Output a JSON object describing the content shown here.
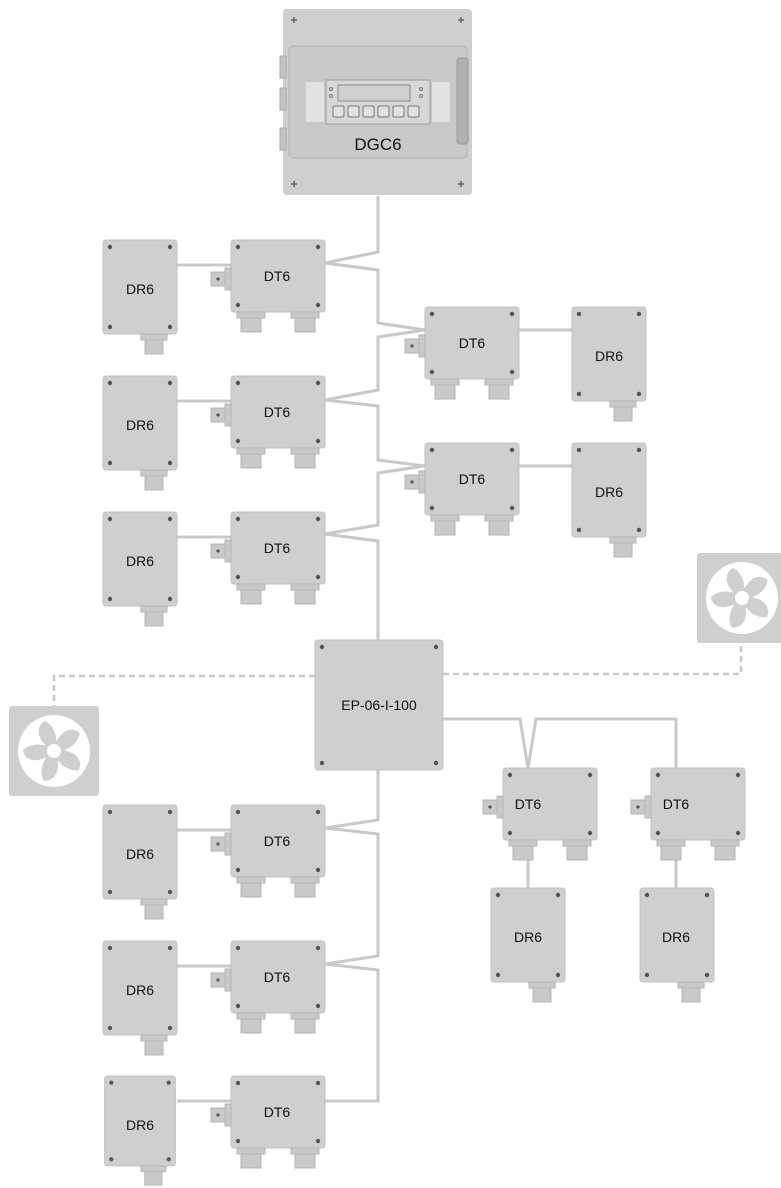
{
  "controller": {
    "label": "DGC6"
  },
  "expansion_module": {
    "label": "EP-06-I-100"
  },
  "transmitter_label": "DT6",
  "remote_sensor_label": "DR6",
  "fan_icon": "fan-icon",
  "colors": {
    "device_fill": "#cfcfcf",
    "device_edge": "#b8b8b8",
    "cable": "#c8c8c8",
    "dashed_cable": "#c8c8c8",
    "screw": "#555555",
    "background": "#ffffff"
  }
}
